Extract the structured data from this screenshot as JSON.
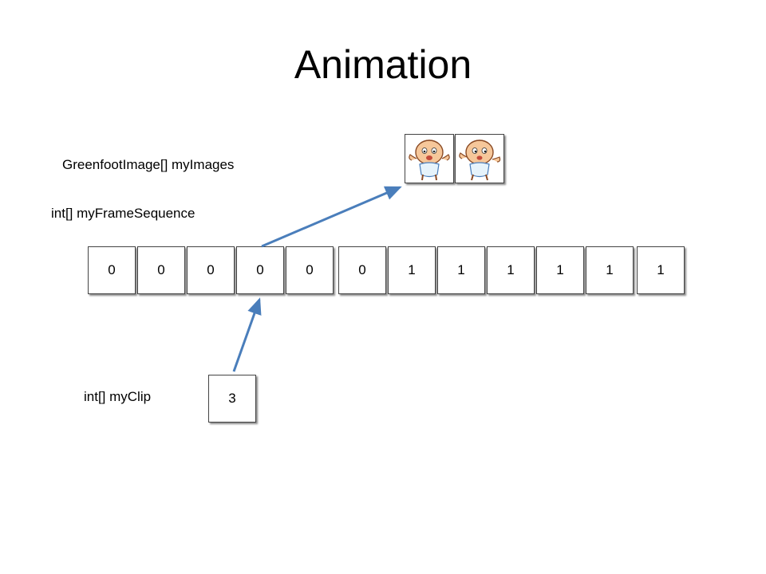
{
  "title": "Animation",
  "labels": {
    "images": "GreenfootImage[] myImages",
    "sequence": "int[] myFrameSequence",
    "clip": "int[] myClip"
  },
  "frame_sequence": [
    "0",
    "0",
    "0",
    "0",
    "0",
    "0",
    "1",
    "1",
    "1",
    "1",
    "1",
    "1"
  ],
  "clip_value": "3",
  "images": [
    "baby-frame-icon",
    "baby-frame-icon"
  ],
  "colors": {
    "arrow": "#4a7ebb",
    "cell_border": "#444444",
    "shadow": "#8a8a8a"
  }
}
